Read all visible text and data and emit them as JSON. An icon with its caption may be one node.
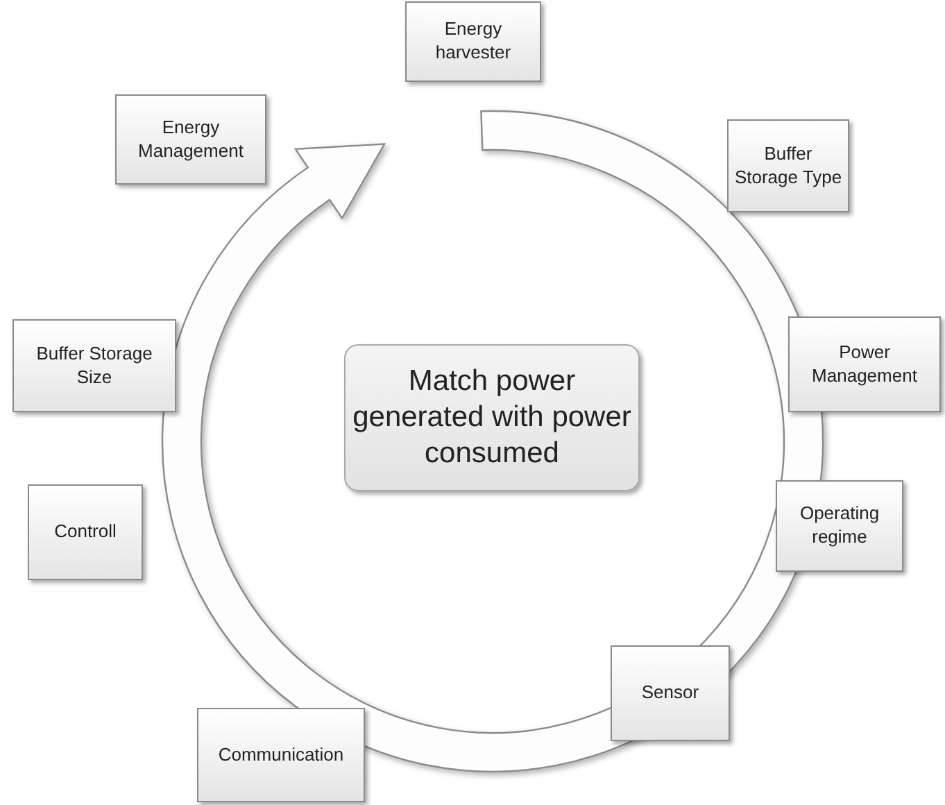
{
  "diagram": {
    "nodes": [
      {
        "text": [
          "Energy harvester"
        ]
      },
      {
        "text": [
          "Energy Management"
        ]
      },
      {
        "text": [
          "Buffer Storage Type"
        ]
      },
      {
        "text": [
          "Buffer Storage Size"
        ]
      },
      {
        "text": [
          "Match power generated with power consumed"
        ]
      },
      {
        "text": [
          "Power Management"
        ]
      },
      {
        "text": [
          "Controll"
        ]
      },
      {
        "text": [
          "Operating regime"
        ]
      },
      {
        "text": [
          "Sensor"
        ]
      },
      {
        "text": [
          "Communication"
        ]
      }
    ]
  }
}
